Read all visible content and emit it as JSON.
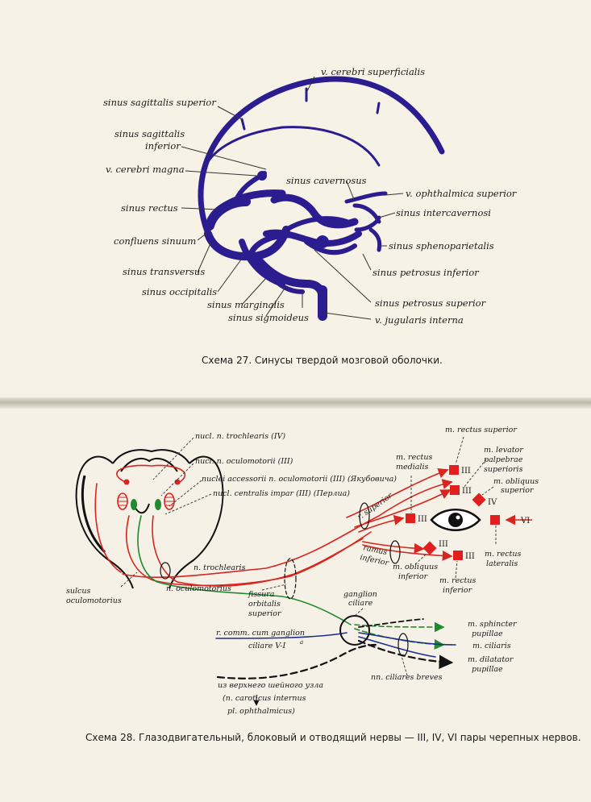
{
  "diagram27": {
    "caption": "Схема 27. Синусы твердой мозговой оболочки.",
    "labels": {
      "v_cerebri_superficialis": "v. cerebri superficialis",
      "sinus_sagittalis_superior": "sinus sagittalis superior",
      "sinus_sagittalis_inferior_1": "sinus sagittalis",
      "sinus_sagittalis_inferior_2": "inferior",
      "v_cerebri_magna": "v. cerebri magna",
      "sinus_cavernosus": "sinus cavernosus",
      "v_ophthalmica_superior": "v. ophthalmica superior",
      "sinus_rectus": "sinus rectus",
      "sinus_intercavernosi": "sinus  intercavernosi",
      "confluens_sinuum": "confluens sinuum",
      "sinus_sphenoparietalis": "sinus sphenoparietalis",
      "sinus_transversus": "sinus transversus",
      "sinus_petrosus_inferior": "sinus petrosus inferior",
      "sinus_occipitalis": "sinus occipitalis",
      "sinus_petrosus_superior": "sinus petrosus superior",
      "sinus_marginalis": "sinus marginalis",
      "sinus_sigmoideus": "sinus sigmoideus",
      "v_jugularis_interna": "v. jugularis interna"
    }
  },
  "diagram28": {
    "caption": "Схема 28. Глазодвигательный, блоковый и отводящий нервы — III, IV, VI пары черепных нервов.",
    "labels": {
      "nucl_trochlearis": "nucl. n. trochlearis (IV)",
      "nucl_oculomotorii": "nucl. n. oculomotorii (III)",
      "nuclei_accessorii": "nuclei accessorii n. oculomotorii (III) (Якубовича)",
      "nucl_centralis": "nucl. centralis impar (III) (Перлиа)",
      "m_rectus_superior": "m. rectus superior",
      "m_rectus_medialis_1": "m. rectus",
      "m_rectus_medialis_2": "medialis",
      "m_levator_1": "m. levator",
      "m_levator_2": "palpebrae",
      "m_levator_3": "superioris",
      "m_obliquus_superior_1": "m. obliquus",
      "m_obliquus_superior_2": "superior",
      "r_superior": "r. superior",
      "ramus_inferior_1": "ramus",
      "ramus_inferior_2": "inferior",
      "m_rectus_lateralis_1": "m. rectus",
      "m_rectus_lateralis_2": "lateralis",
      "m_obliquus_inferior_1": "m. obliquus",
      "m_obliquus_inferior_2": "inferior",
      "m_rectus_inferior_1": "m. rectus",
      "m_rectus_inferior_2": "inferior",
      "n_trochlearis": "n. trochlearis",
      "sulcus_1": "sulcus",
      "sulcus_2": "oculomotorius",
      "n_oculomotorius": "n. oculomotorius",
      "fissura_1": "fissura",
      "fissura_2": "orbitalis",
      "fissura_3": "superior",
      "ganglion_1": "ganglion",
      "ganglion_2": "ciliare",
      "r_comm_1": "r. comm. cum ganglion",
      "r_comm_2": "ciliare V-I",
      "r_comm_sup": "a",
      "m_sphincter_1": "m. sphincter",
      "m_sphincter_2": "pupillae",
      "m_ciliaris": "m. ciliaris",
      "m_dilatator_1": "m. dilatator",
      "m_dilatator_2": "pupillae",
      "nn_ciliares": "nn. ciliares breves",
      "sympathetic_1": "из верхнего шейного узла",
      "sympathetic_2": "(n. caroticus internus",
      "sympathetic_3": "pl. ophthalmicus)"
    },
    "roman": {
      "rectus_superior": "III",
      "levator": "III",
      "obliquus_superior": "IV",
      "rectus_medialis": "III",
      "rectus_lateralis": "VI",
      "obliquus_inferior": "III",
      "rectus_inferior": "III"
    }
  },
  "colors": {
    "sinus": "#2b1c8f",
    "nerve_red": "#d8251f",
    "nerve_green": "#1f8a2e",
    "nerve_blue": "#1f2e8a",
    "muscle": "#e21e1e"
  }
}
